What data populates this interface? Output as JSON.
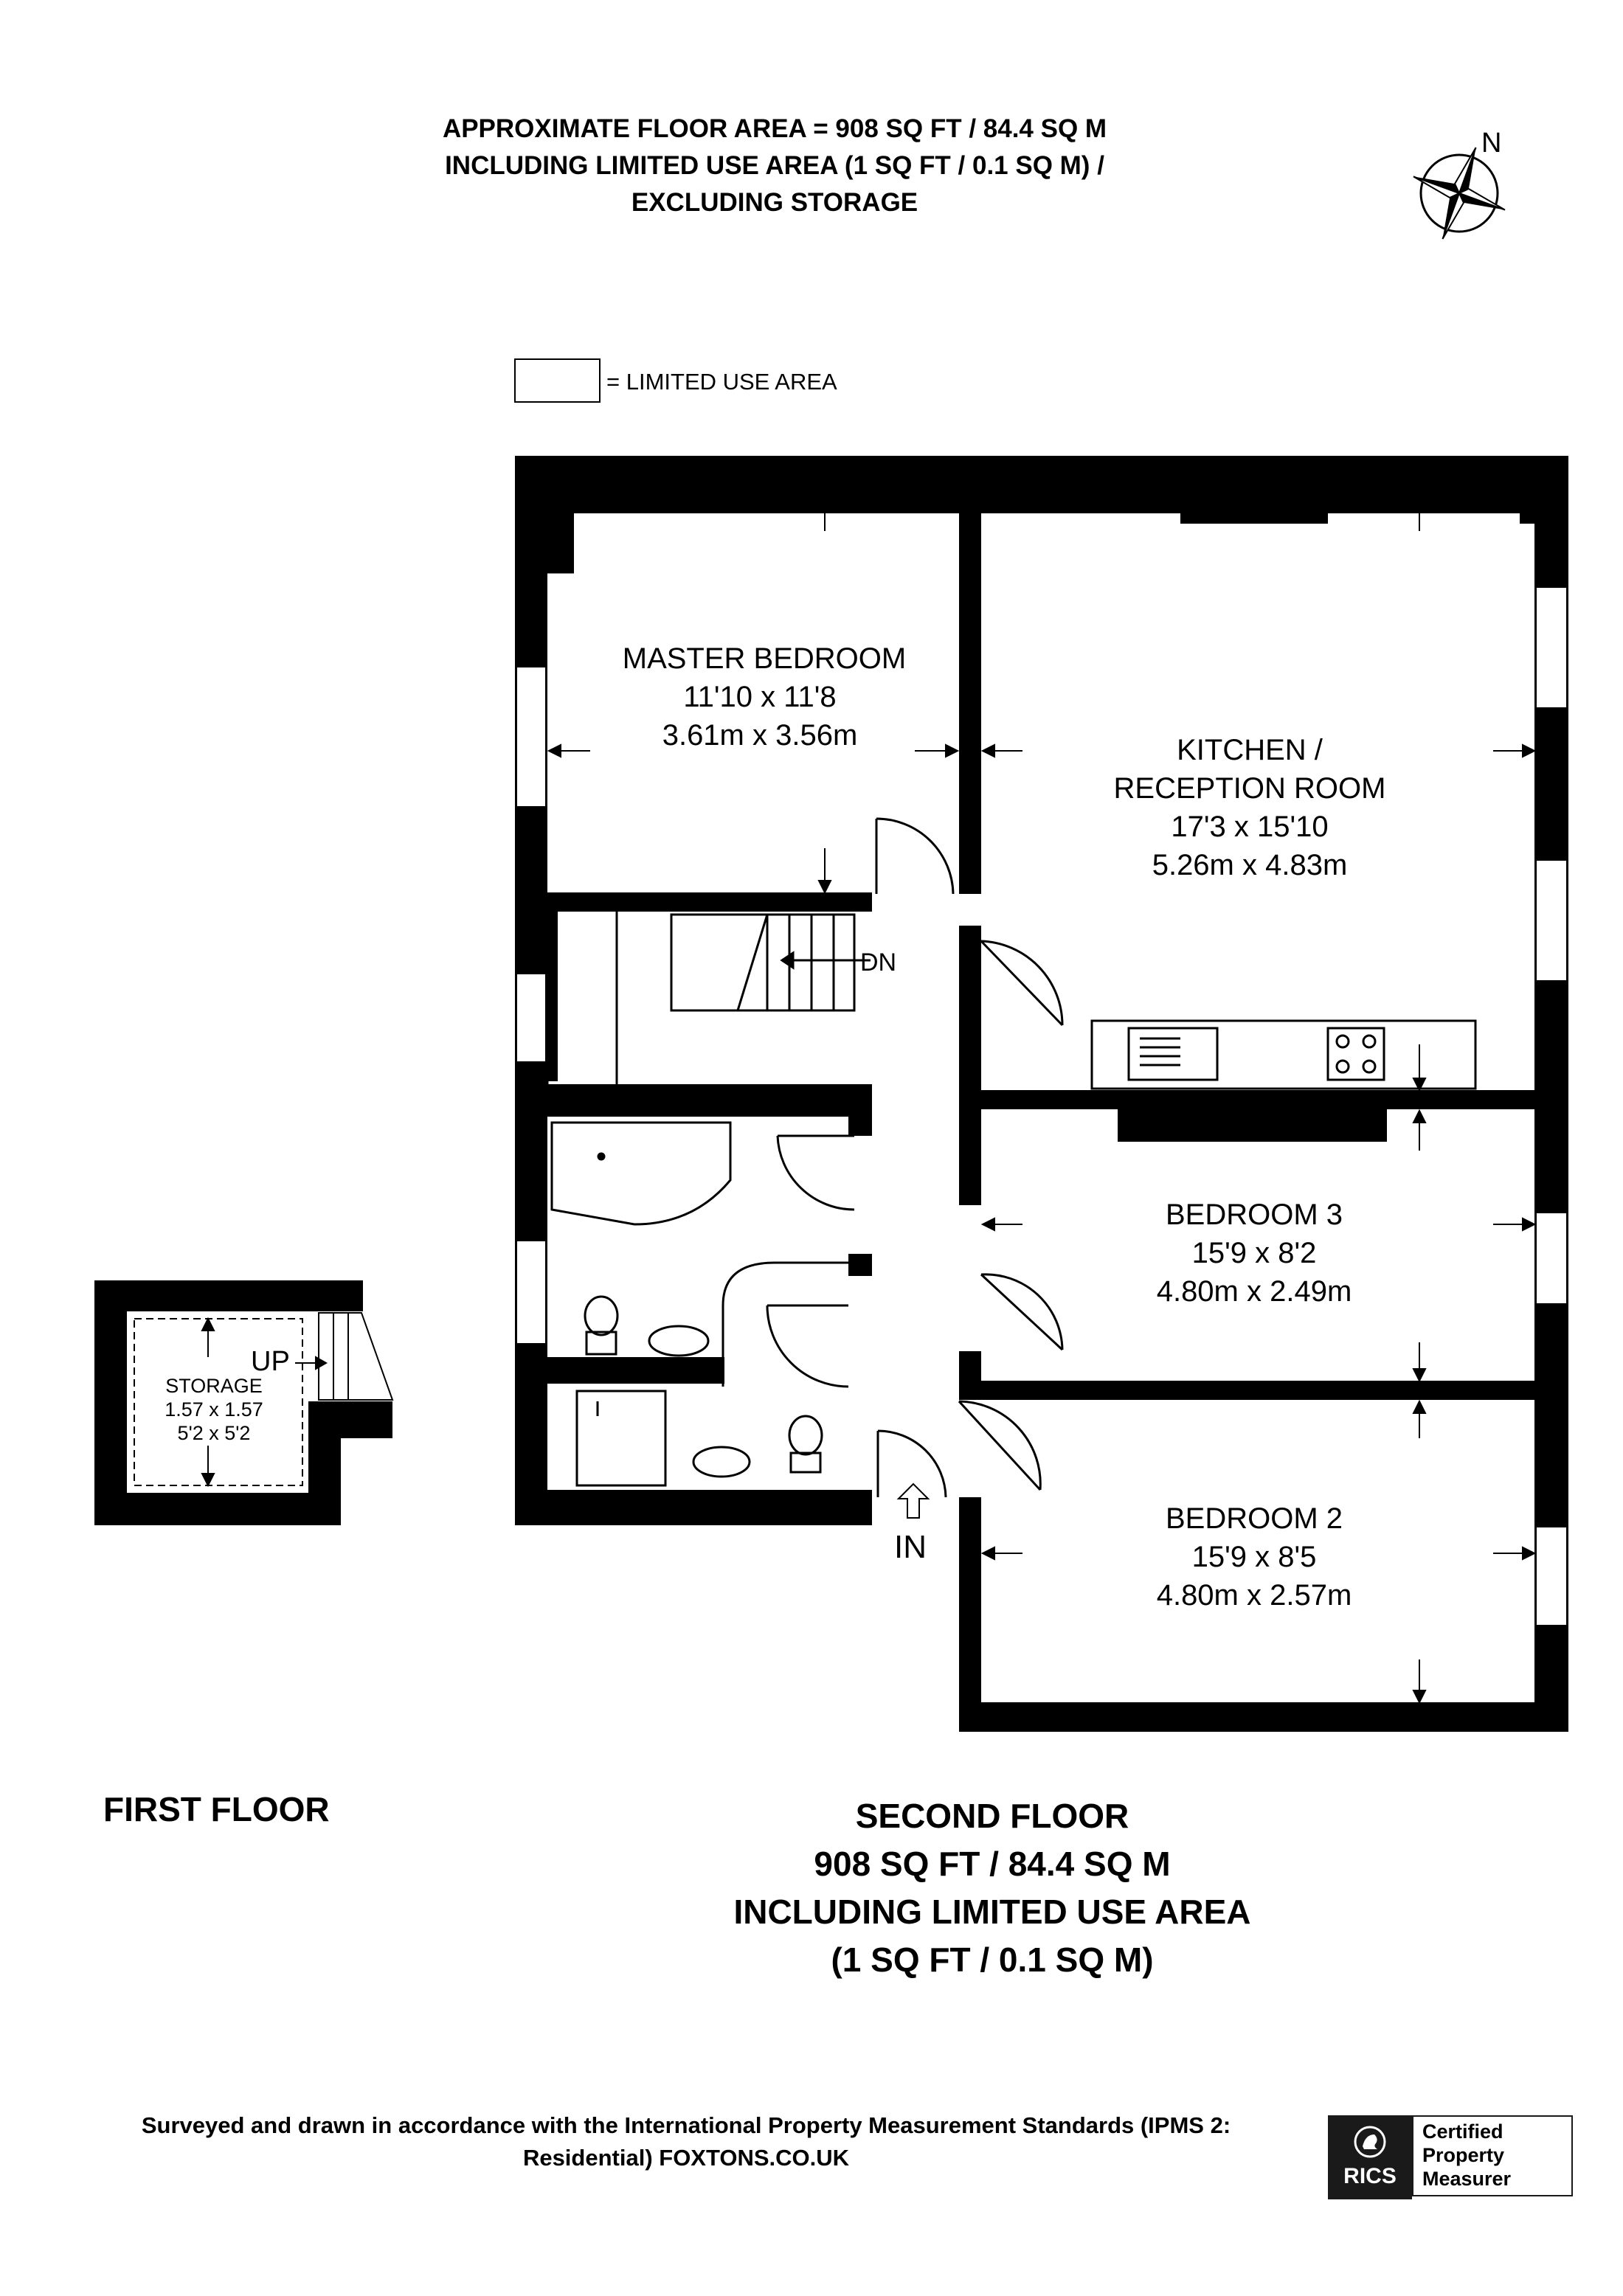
{
  "header": {
    "line1": "APPROXIMATE FLOOR AREA = 908 SQ FT / 84.4 SQ M",
    "line2": "INCLUDING LIMITED USE AREA (1 SQ FT / 0.1 SQ M) /",
    "line3": "EXCLUDING STORAGE"
  },
  "compass": {
    "label": "N",
    "icon": "compass-rose-icon"
  },
  "legend": {
    "text": "= LIMITED USE AREA"
  },
  "rooms": {
    "master_bedroom": {
      "name": "MASTER BEDROOM",
      "imperial": "11'10 x 11'8",
      "metric": "3.61m x 3.56m"
    },
    "kitchen": {
      "name1": "KITCHEN /",
      "name2": "RECEPTION ROOM",
      "imperial": "17'3 x 15'10",
      "metric": "5.26m x 4.83m"
    },
    "bedroom3": {
      "name": "BEDROOM 3",
      "imperial": "15'9 x 8'2",
      "metric": "4.80m x 2.49m"
    },
    "bedroom2": {
      "name": "BEDROOM 2",
      "imperial": "15'9 x 8'5",
      "metric": "4.80m x 2.57m"
    },
    "storage": {
      "name": "STORAGE",
      "metric": "1.57 x 1.57",
      "imperial": "5'2 x 5'2"
    }
  },
  "labels": {
    "down": "DN",
    "up": "UP",
    "entrance": "IN"
  },
  "floors": {
    "first": "FIRST FLOOR",
    "second": {
      "line1": "SECOND FLOOR",
      "line2": "908 SQ FT / 84.4 SQ M",
      "line3": "INCLUDING LIMITED USE AREA",
      "line4": "(1 SQ FT / 0.1 SQ M)"
    }
  },
  "footer": {
    "line1": "Surveyed and drawn in accordance with the International Property Measurement Standards (IPMS 2:",
    "line2": "Residential) FOXTONS.CO.UK"
  },
  "badge": {
    "logo_text": "RICS",
    "line1": "Certified",
    "line2": "Property",
    "line3": "Measurer"
  }
}
